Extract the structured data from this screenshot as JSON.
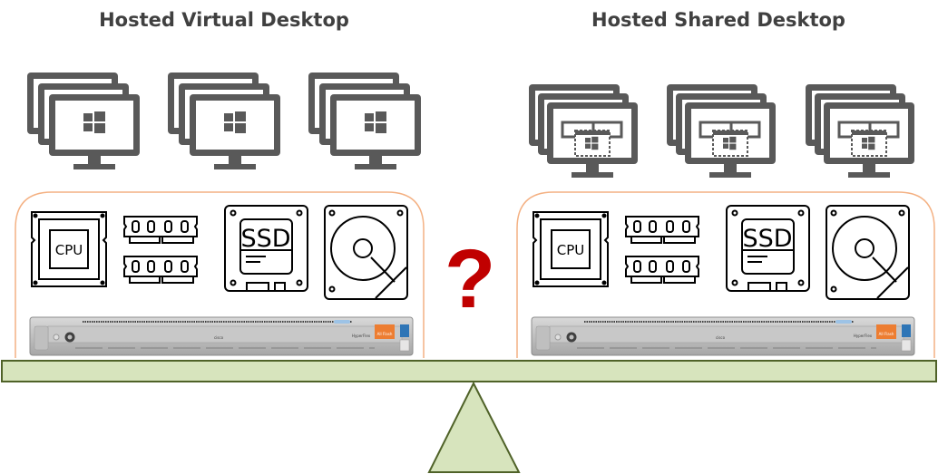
{
  "titles": {
    "left": "Hosted Virtual Desktop",
    "right": "Hosted Shared Desktop"
  },
  "labels": {
    "cpu": "CPU",
    "ssd": "SSD",
    "question": "?",
    "server_brand": "cisco",
    "server_model": "HyperFlex",
    "server_badge": "All Flash"
  },
  "colors": {
    "icon": "#595959",
    "box_border": "#f4b183",
    "beam_fill": "#d7e4bd",
    "beam_border": "#4f6228",
    "question": "#c00000",
    "badge": "#ed7d31"
  },
  "icons": [
    "windows-monitor-stack-icon",
    "shared-desktop-monitor-stack-icon",
    "cpu-icon",
    "ram-icon",
    "ssd-icon",
    "hdd-icon",
    "server-icon"
  ]
}
